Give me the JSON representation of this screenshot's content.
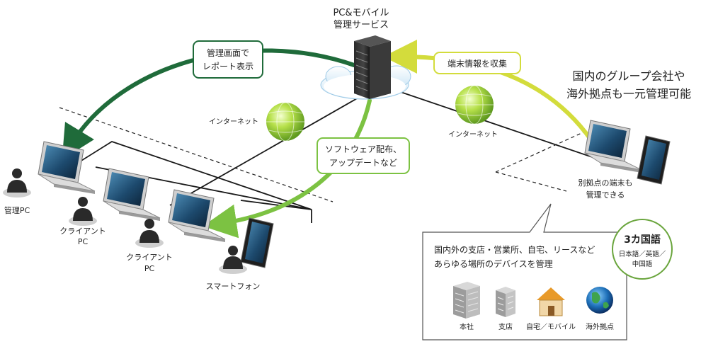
{
  "server": {
    "line1": "PC&モバイル",
    "line2": "管理サービス"
  },
  "callouts": {
    "report": {
      "line1": "管理画面で",
      "line2": "レポート表示"
    },
    "collect": {
      "text": "端末情報を収集"
    },
    "software": {
      "line1": "ソフトウェア配布、",
      "line2": "アップデートなど"
    }
  },
  "internet_labels": [
    "インターネット",
    "インターネット"
  ],
  "headline": {
    "line1": "国内のグループ会社や",
    "line2": "海外拠点も一元管理可能"
  },
  "devices": {
    "admin_pc": "管理PC",
    "client_pc_1": {
      "line1": "クライアント",
      "line2": "PC"
    },
    "client_pc_2": {
      "line1": "クライアント",
      "line2": "PC"
    },
    "smartphone": "スマートフォン",
    "remote": {
      "line1": "別拠点の端末も",
      "line2": "管理できる"
    }
  },
  "info_box": {
    "line1": "国内外の支店・営業所、自宅、リースなど",
    "line2": "あらゆる場所のデバイスを管理",
    "places": [
      {
        "label": "本社",
        "icon": "headquarters-building-icon"
      },
      {
        "label": "支店",
        "icon": "branch-building-icon"
      },
      {
        "label": "自宅／モバイル",
        "icon": "home-icon"
      },
      {
        "label": "海外拠点",
        "icon": "globe-icon"
      }
    ]
  },
  "languages": {
    "title": "3カ国語",
    "line1": "日本語／英語／",
    "line2": "中国語"
  },
  "colors": {
    "dark_green": "#1f6b3a",
    "mid_green": "#7cc242",
    "lime": "#d3dc3c",
    "badge_green": "#6aa53d"
  }
}
